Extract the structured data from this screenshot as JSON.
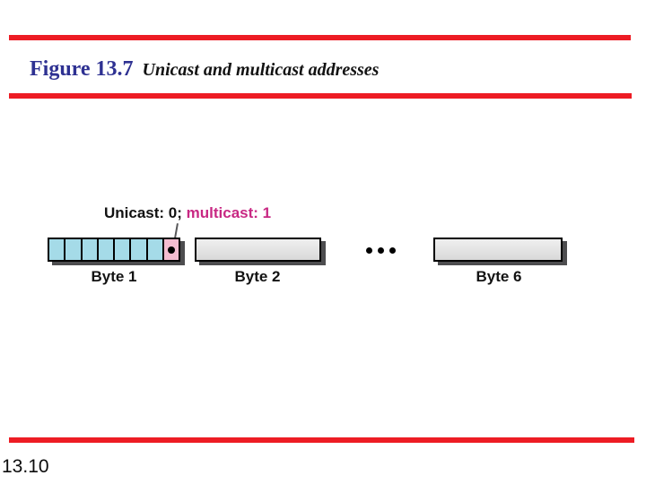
{
  "slide": {
    "figure_label": "Figure 13.7",
    "figure_caption": "Unicast and multicast addresses",
    "page_number": "13.10"
  },
  "diagram": {
    "annotation_unicast": "Unicast: 0;",
    "annotation_multicast": "multicast: 1",
    "bit_cell_count": 8,
    "byte_labels": [
      "Byte 1",
      "Byte 2",
      "Byte 6"
    ],
    "ellipsis": "..."
  },
  "colors": {
    "red_bar": "#ed1c24",
    "title_blue": "#2e3192",
    "multicast_magenta": "#c82883",
    "cell_cyan": "#a5dbe8",
    "cell_pink": "#f4bdd1",
    "shadow_gray": "#4d4d4f",
    "line_gray": "#58585a"
  }
}
